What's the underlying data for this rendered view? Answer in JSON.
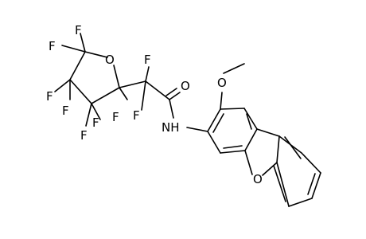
{
  "colors": {
    "bond": "#000000",
    "label": "#000000",
    "background": "#ffffff"
  },
  "molecule": {
    "labels": {
      "f_ring_c5_a": "F",
      "f_ring_c5_b": "F",
      "f_ring_c4_a": "F",
      "f_ring_c4_b": "F",
      "f_ring_c3_a": "F",
      "f_ring_c3_b": "F",
      "f_ring_c2": "F",
      "f_cf2_a": "F",
      "f_cf2_b": "F",
      "o_thf": "O",
      "o_carbonyl": "O",
      "nh": "NH",
      "o_methoxy": "O",
      "o_furan": "O"
    }
  }
}
